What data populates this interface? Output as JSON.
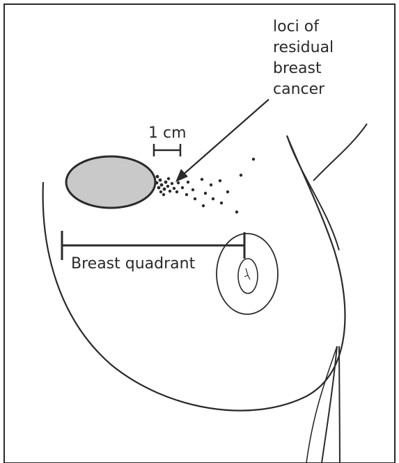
{
  "labels": {
    "loci": "loci of\nresidual\nbreast\ncancer",
    "scale": "1 cm",
    "quadrant": "Breast quadrant"
  },
  "colors": {
    "line": "#2a2a2a",
    "tumor_fill": "#c9c9c9",
    "background": "#ffffff"
  }
}
